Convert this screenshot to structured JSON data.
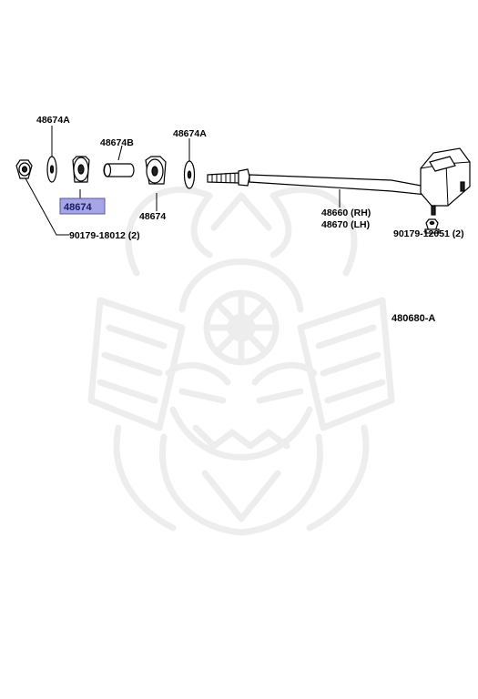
{
  "diagram": {
    "reference_code": "480680-A",
    "highlighted_part": "48674",
    "colors": {
      "highlight_fill": "#a6a6e6",
      "highlight_text": "#1a1a66",
      "watermark": "#ececec"
    },
    "labels": {
      "washer_left": "48674A",
      "cushion_left": "48674",
      "collar": "48674B",
      "washer_right": "48674A",
      "cushion_right": "48674",
      "nut_left": "90179-18012 (2)",
      "rod_rh": "48660 (RH)",
      "rod_lh": "48670 (LH)",
      "nut_right": "90179-12051 (2)"
    },
    "watermark_icon": "samurai-helmet-icon"
  }
}
